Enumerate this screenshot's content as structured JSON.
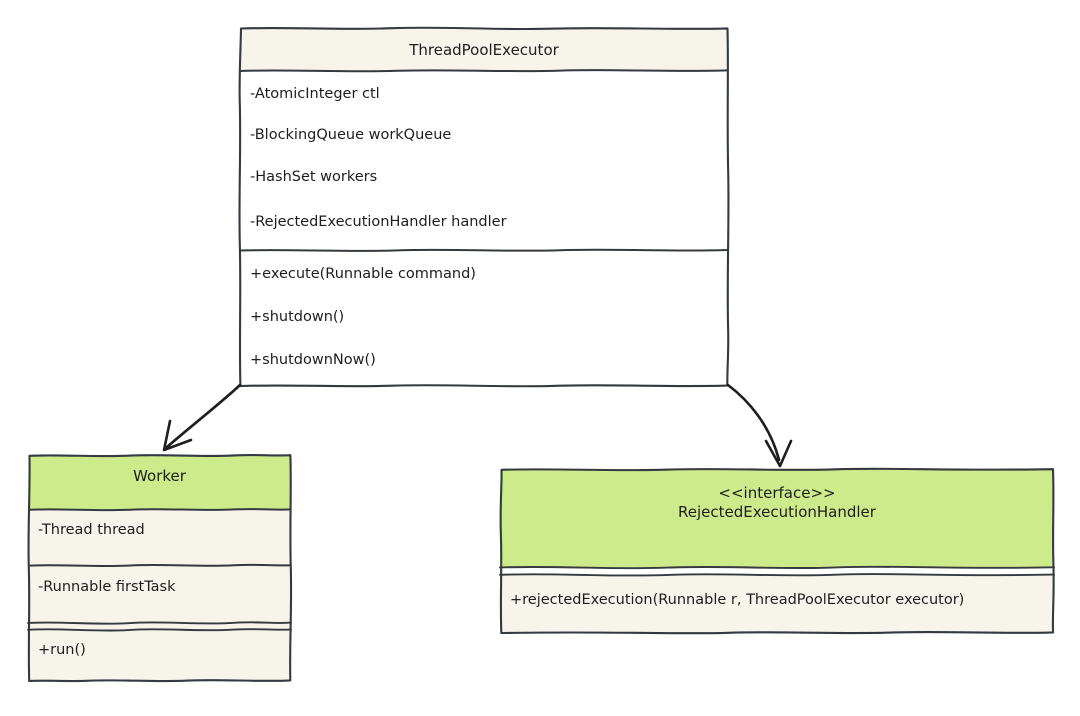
{
  "diagram": {
    "type": "uml-class-diagram",
    "title": "ThreadPoolExecutor class diagram",
    "background": "#ffffff",
    "stroke_color": "#1e1e1e",
    "palette": {
      "cream": "#f7f4ec",
      "white": "#ffffff",
      "green": "#cdeb8b",
      "stroke": "#343a40"
    }
  },
  "classes": [
    {
      "id": "threadpoolexecutor",
      "name": "ThreadPoolExecutor",
      "stereotype": "",
      "header_fill": "#f7f4ec",
      "body_fill": "#ffffff",
      "attributes": [
        "-AtomicInteger ctl",
        "-BlockingQueue workQueue",
        "-HashSet workers",
        "-RejectedExecutionHandler handler"
      ],
      "methods": [
        "+execute(Runnable command)",
        "+shutdown()",
        "+shutdownNow()"
      ]
    },
    {
      "id": "worker",
      "name": "Worker",
      "stereotype": "",
      "header_fill": "#cdeb8b",
      "body_fill": "#f7f4ec",
      "attributes": [
        "-Thread thread",
        "-Runnable firstTask"
      ],
      "methods": [
        "+run()"
      ]
    },
    {
      "id": "rejectedexecutionhandler",
      "name": "RejectedExecutionHandler",
      "stereotype": "<<interface>>",
      "header_fill": "#cdeb8b",
      "body_fill": "#f7f4ec",
      "attributes": [],
      "methods": [
        "+rejectedExecution(Runnable r, ThreadPoolExecutor executor)"
      ]
    }
  ],
  "connections": [
    {
      "id": "tpe-to-worker",
      "from": "threadpoolexecutor",
      "to": "worker",
      "style": "solid-arrow",
      "label": ""
    },
    {
      "id": "tpe-to-handler",
      "from": "threadpoolexecutor",
      "to": "rejectedexecutionhandler",
      "style": "solid-arrow-curved",
      "label": ""
    }
  ]
}
